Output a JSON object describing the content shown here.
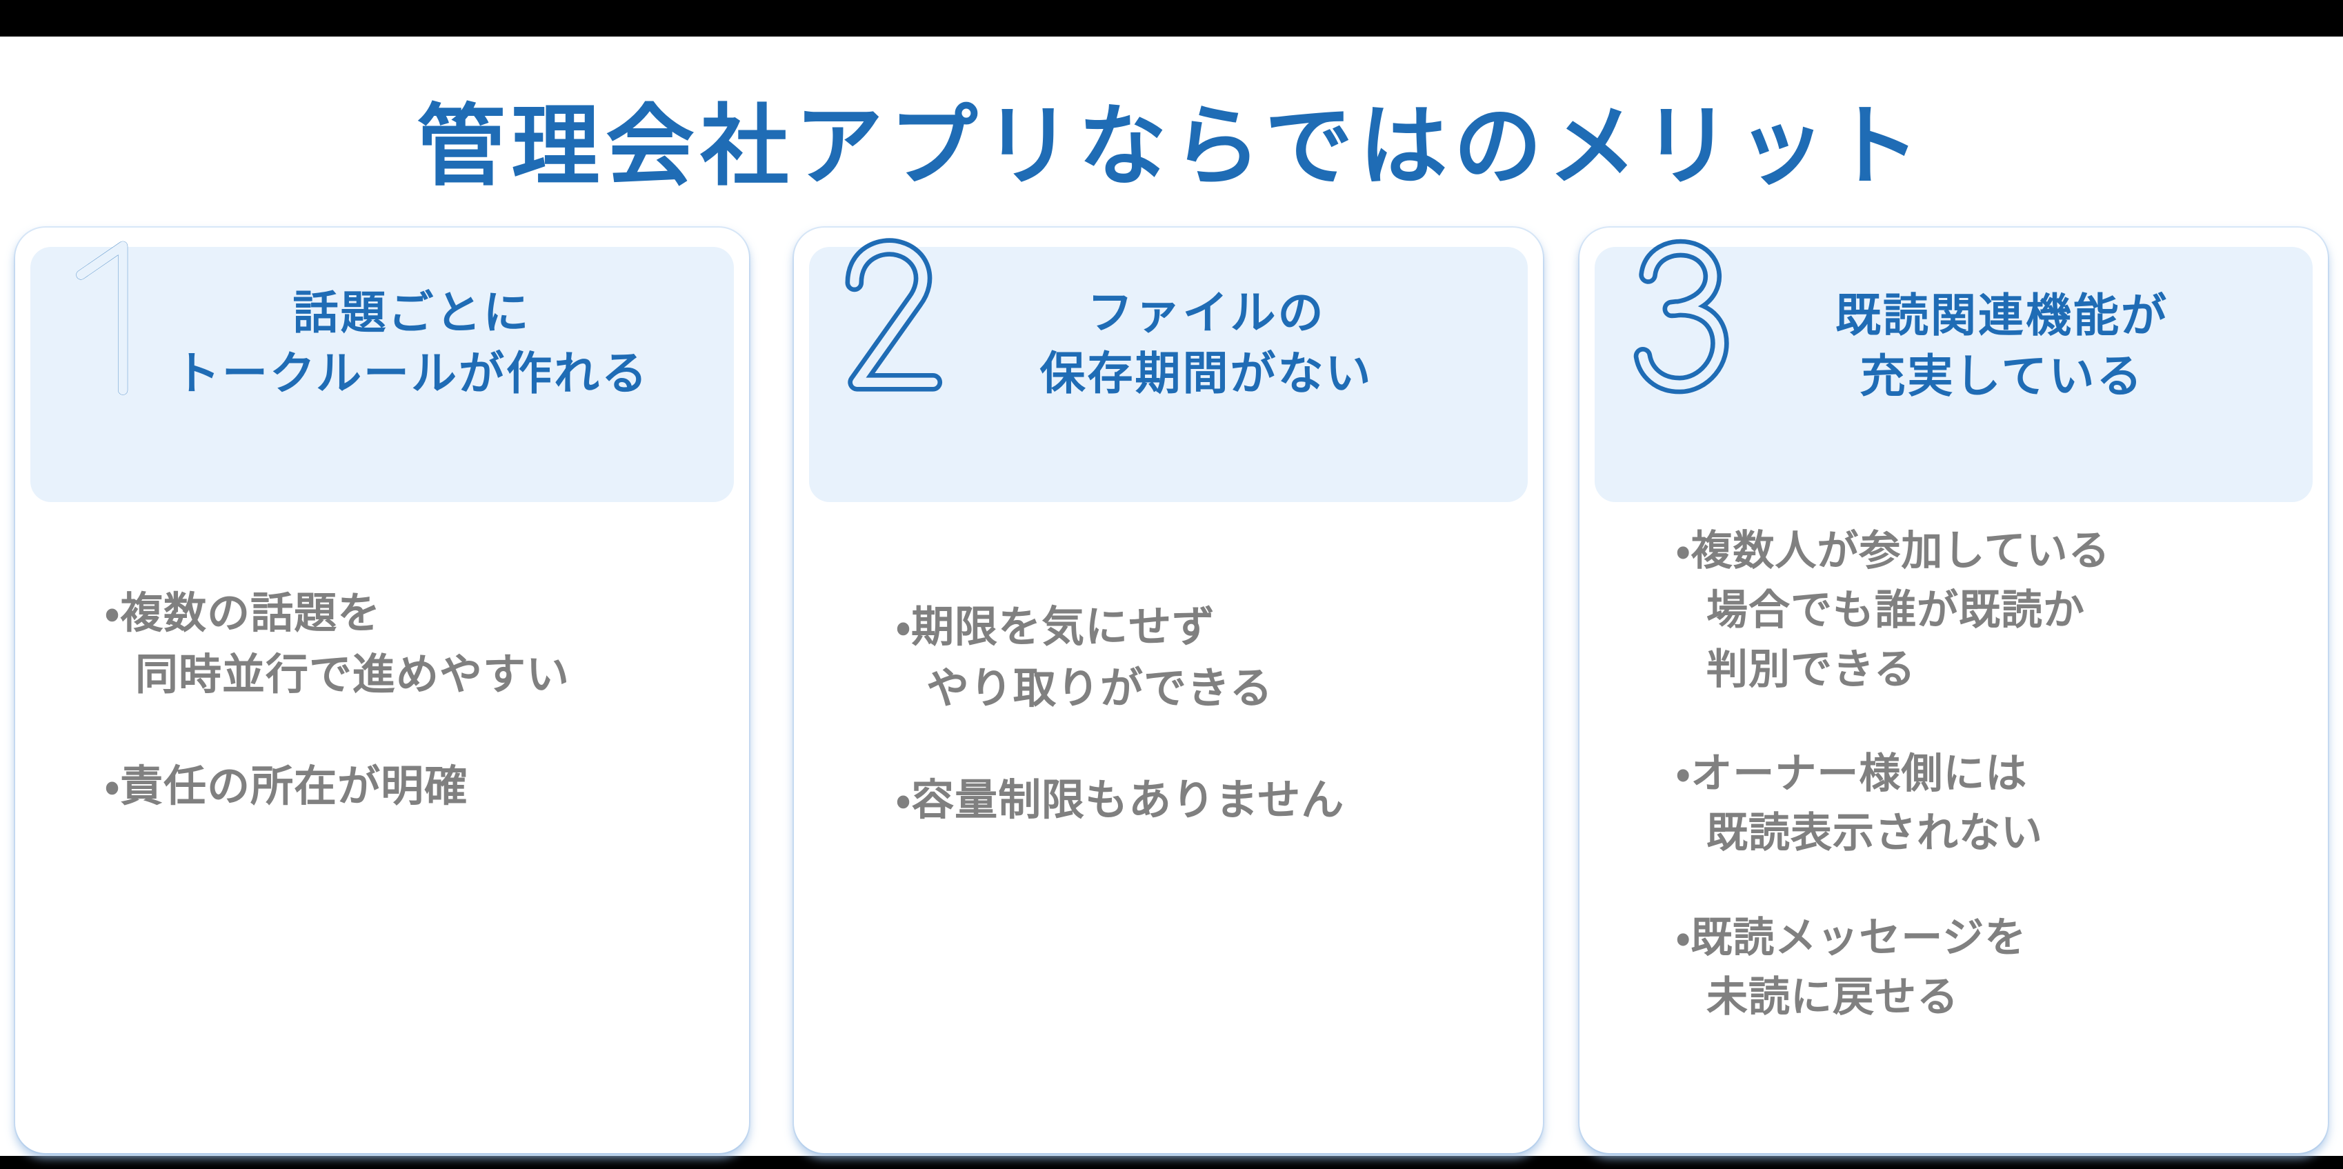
{
  "page": {
    "title": "管理会社アプリならではのメリット",
    "accent_color": "#1f6cb5",
    "body_text_color": "#808080",
    "card_header_bg": "#e8f2fc",
    "card_bg": "#ffffff",
    "letterbox_color": "#000000"
  },
  "cards": [
    {
      "number": "1",
      "number_icon": "outline-numeral-one-icon",
      "heading_line1": "話題ごとに",
      "heading_line2": "トークルールが作れる",
      "bullets": [
        "・複数の話題を\n同時並行で進めやすい",
        "・責任の所在が明確"
      ]
    },
    {
      "number": "2",
      "number_icon": "outline-numeral-two-icon",
      "heading_line1": "ファイルの",
      "heading_line2": "保存期間がない",
      "bullets": [
        "・期限を気にせず\nやり取りができる",
        "・容量制限もありません"
      ]
    },
    {
      "number": "3",
      "number_icon": "outline-numeral-three-icon",
      "heading_line1": "既読関連機能が",
      "heading_line2": "充実している",
      "bullets": [
        "・複数人が参加している\n場合でも誰が既読か\n判別できる",
        "・オーナー様側には\n既読表示されない",
        "・既読メッセージを\n未読に戻せる"
      ]
    }
  ]
}
